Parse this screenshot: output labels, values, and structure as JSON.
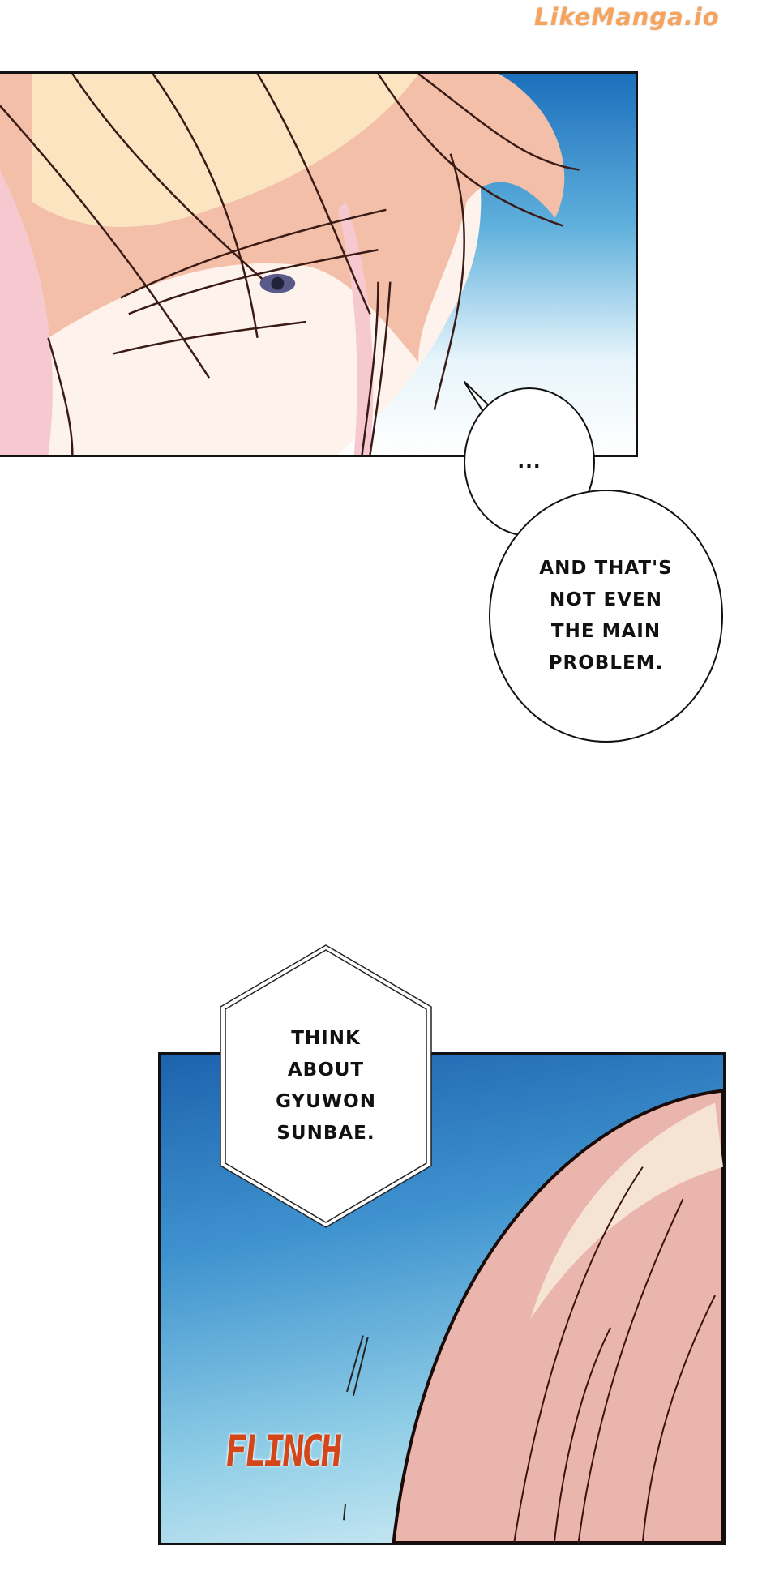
{
  "watermark": {
    "text": "LikeManga.io"
  },
  "panel1": {
    "bubble_small": {
      "text": "..."
    },
    "bubble_large": {
      "text": "AND THAT'S NOT EVEN THE MAIN PROBLEM."
    }
  },
  "panel2": {
    "narration": {
      "text": "THINK ABOUT GYUWON SUNBAE."
    },
    "sfx": {
      "text": "FLINCH"
    }
  },
  "colors": {
    "sfx": "#d2461a",
    "sky": "#1c6fbc",
    "hair": "#f4c1a8",
    "outline": "#111111"
  }
}
